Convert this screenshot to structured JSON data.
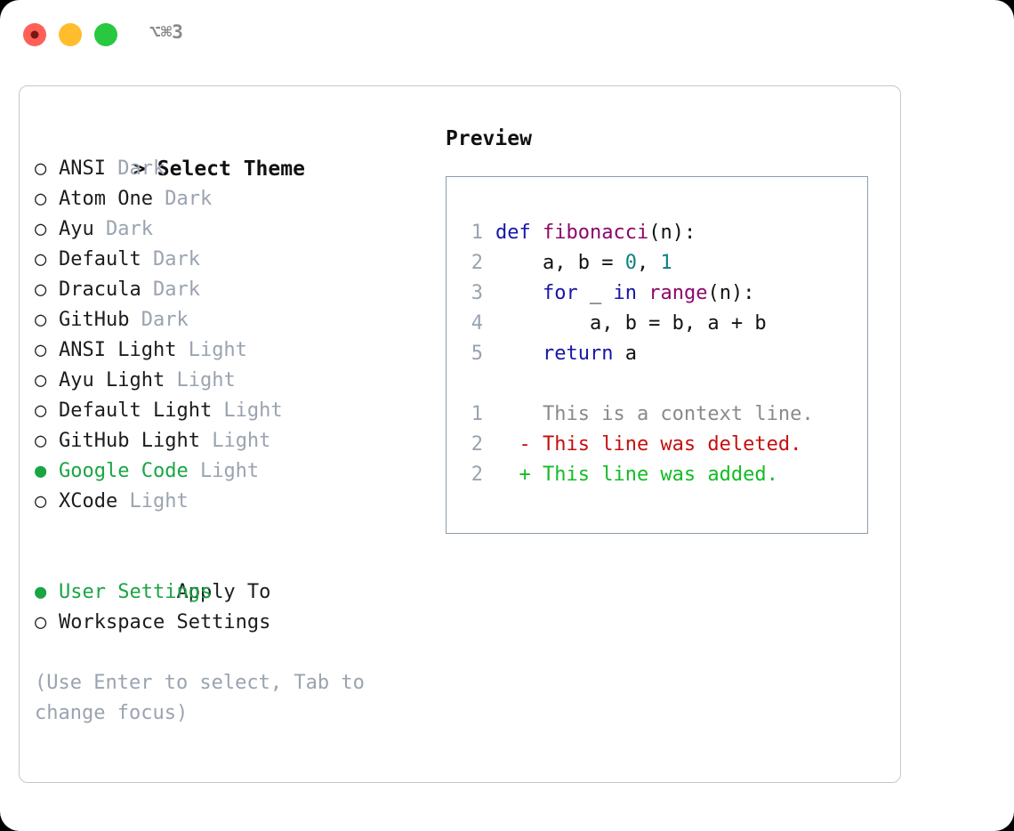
{
  "window": {
    "shortcut_label": "⌥⌘3",
    "traffic_lights": [
      {
        "name": "close",
        "color": "#ff6058"
      },
      {
        "name": "minimize",
        "color": "#ffbd2e"
      },
      {
        "name": "maximize",
        "color": "#28c840"
      }
    ]
  },
  "theme_picker": {
    "header": "Select Theme",
    "header_caret": ">",
    "marker_unselected": "○",
    "marker_selected": "●",
    "accent_color": "#1aa544",
    "options": [
      {
        "name": "ANSI",
        "variant": "Dark",
        "selected": false
      },
      {
        "name": "Atom One",
        "variant": "Dark",
        "selected": false
      },
      {
        "name": "Ayu",
        "variant": "Dark",
        "selected": false
      },
      {
        "name": "Default",
        "variant": "Dark",
        "selected": false
      },
      {
        "name": "Dracula",
        "variant": "Dark",
        "selected": false
      },
      {
        "name": "GitHub",
        "variant": "Dark",
        "selected": false
      },
      {
        "name": "ANSI Light",
        "variant": "Light",
        "selected": false
      },
      {
        "name": "Ayu Light",
        "variant": "Light",
        "selected": false
      },
      {
        "name": "Default Light",
        "variant": "Light",
        "selected": false
      },
      {
        "name": "GitHub Light",
        "variant": "Light",
        "selected": false
      },
      {
        "name": "Google Code",
        "variant": "Light",
        "selected": true
      },
      {
        "name": "XCode",
        "variant": "Light",
        "selected": false
      }
    ]
  },
  "apply_to": {
    "header": "Apply To",
    "options": [
      {
        "name": "User Settings",
        "selected": true
      },
      {
        "name": "Workspace Settings",
        "selected": false
      }
    ]
  },
  "hint": "(Use Enter to select, Tab to change focus)",
  "preview": {
    "title": "Preview",
    "code_lines": [
      {
        "ln": "1",
        "tokens": [
          {
            "t": "def",
            "c": "k"
          },
          {
            "t": " ",
            "c": "pl"
          },
          {
            "t": "fibonacci",
            "c": "fn"
          },
          {
            "t": "(n):",
            "c": "pl"
          }
        ]
      },
      {
        "ln": "2",
        "tokens": [
          {
            "t": "    a, b = ",
            "c": "pl"
          },
          {
            "t": "0",
            "c": "num"
          },
          {
            "t": ", ",
            "c": "pl"
          },
          {
            "t": "1",
            "c": "num"
          }
        ]
      },
      {
        "ln": "3",
        "tokens": [
          {
            "t": "    ",
            "c": "pl"
          },
          {
            "t": "for",
            "c": "k"
          },
          {
            "t": " _ ",
            "c": "pl"
          },
          {
            "t": "in",
            "c": "k"
          },
          {
            "t": " ",
            "c": "pl"
          },
          {
            "t": "range",
            "c": "fn"
          },
          {
            "t": "(n):",
            "c": "pl"
          }
        ]
      },
      {
        "ln": "4",
        "tokens": [
          {
            "t": "        a, b = b, a + b",
            "c": "pl"
          }
        ]
      },
      {
        "ln": "5",
        "tokens": [
          {
            "t": "    ",
            "c": "pl"
          },
          {
            "t": "return",
            "c": "k"
          },
          {
            "t": " a",
            "c": "pl"
          }
        ]
      }
    ],
    "diff_lines": [
      {
        "ln": "1",
        "marker": " ",
        "text": "This is a context line.",
        "kind": "ctx"
      },
      {
        "ln": "2",
        "marker": "-",
        "text": "This line was deleted.",
        "kind": "del"
      },
      {
        "ln": "2",
        "marker": "+",
        "text": "This line was added.",
        "kind": "add"
      }
    ]
  }
}
